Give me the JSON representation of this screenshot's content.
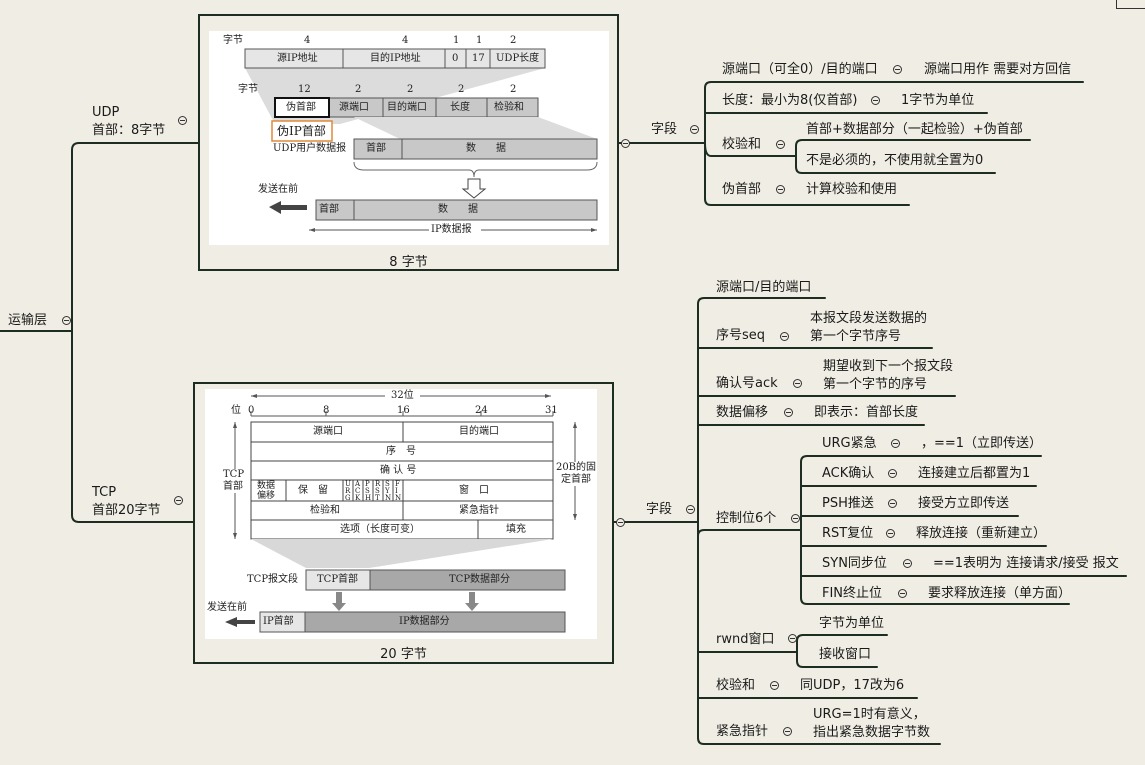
{
  "root": {
    "label": "运输层"
  },
  "udp": {
    "title": "UDP",
    "subtitle": "首部：8字节",
    "caption": "8 字节",
    "figure": {
      "row1_label": "字节",
      "row1_sizes": [
        "4",
        "4",
        "1",
        "1",
        "2"
      ],
      "row1_cells": [
        "源IP地址",
        "目的IP地址",
        "0",
        "17",
        "UDP长度"
      ],
      "row2_label": "字节",
      "row2_sizes": [
        "12",
        "2",
        "2",
        "2",
        "2"
      ],
      "row2_cells": [
        "伪首部",
        "源端口",
        "目的端口",
        "长度",
        "检验和"
      ],
      "pseudo_tag": "伪IP首部",
      "datagram_label": "UDP用户数据报",
      "header_cell": "首部",
      "data_cell": "数　　据",
      "send_label": "发送在前",
      "ip_header_cell": "首部",
      "ip_data_cell": "数　　据",
      "ip_datagram_label": "IP数据报"
    },
    "fields_label": "字段",
    "fields": [
      {
        "name": "源端口（可全0）/目的端口",
        "note": "源端口用作 需要对方回信"
      },
      {
        "name": "长度：最小为8(仅首部)",
        "note": "1字节为单位"
      },
      {
        "name": "校验和",
        "notes": [
          "首部+数据部分（一起检验）+伪首部",
          "不是必须的，不使用就全置为0"
        ]
      },
      {
        "name": "伪首部",
        "note": "计算校验和使用"
      }
    ]
  },
  "tcp": {
    "title": "TCP",
    "subtitle": "首部20字节",
    "caption": "20 字节",
    "figure": {
      "width_label": "32位",
      "bit_label": "位",
      "bits": [
        "0",
        "8",
        "16",
        "24",
        "31"
      ],
      "src_port": "源端口",
      "dst_port": "目的端口",
      "seq": "序　号",
      "ack": "确 认 号",
      "offset": "数据偏移",
      "reserved": "保　留",
      "flags": [
        "URG",
        "ACK",
        "PSH",
        "RST",
        "SYN",
        "FIN"
      ],
      "window": "窗　口",
      "checksum": "检验和",
      "urgent": "紧急指针",
      "options": "选项（长度可变）",
      "padding": "填充",
      "tcp_header_side": "TCP首部",
      "fixed_header_side": "20B的固定首部",
      "segment_label": "TCP报文段",
      "seg_header": "TCP首部",
      "seg_data": "TCP数据部分",
      "send_label": "发送在前",
      "ip_header": "IP首部",
      "ip_data": "IP数据部分"
    },
    "fields_label": "字段",
    "fields": [
      {
        "name": "源端口/目的端口"
      },
      {
        "name": "序号seq",
        "note": "本报文段发送数据的\n第一个字节序号"
      },
      {
        "name": "确认号ack",
        "note": "期望收到下一个报文段\n第一个字节的序号"
      },
      {
        "name": "数据偏移",
        "note": "即表示：首部长度"
      },
      {
        "name": "控制位6个",
        "children": [
          {
            "name": "URG紧急",
            "note": "，==1（立即传送）"
          },
          {
            "name": "ACK确认",
            "note": "连接建立后都置为1"
          },
          {
            "name": "PSH推送",
            "note": "接受方立即传送"
          },
          {
            "name": "RST复位",
            "note": "释放连接（重新建立）"
          },
          {
            "name": "SYN同步位",
            "note": "==1表明为 连接请求/接受 报文"
          },
          {
            "name": "FIN终止位",
            "note": "要求释放连接（单方面）"
          }
        ]
      },
      {
        "name": "rwnd窗口",
        "notes": [
          "字节为单位",
          "接收窗口"
        ]
      },
      {
        "name": "校验和",
        "note": "同UDP，17改为6"
      },
      {
        "name": "紧急指针",
        "note": "URG=1时有意义，\n指出紧急数据字节数"
      }
    ]
  },
  "colors": {
    "background": "#f0eee4",
    "branch": "#1e2d22",
    "figure_bg": "#ffffff"
  }
}
